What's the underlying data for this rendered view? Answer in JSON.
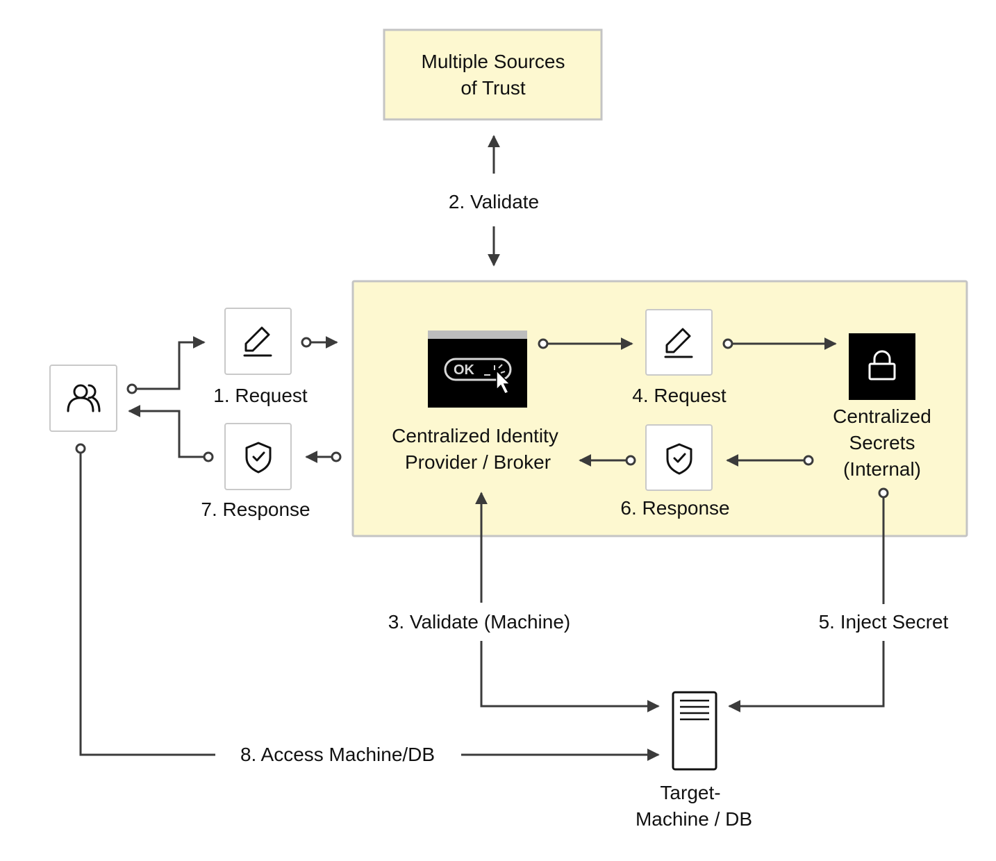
{
  "colors": {
    "panel_fill": "#fdf8d0",
    "panel_stroke": "#c4c4c4",
    "line": "#3b3b3b",
    "dark_tile": "#000000"
  },
  "nodes": {
    "sources_of_trust": {
      "line1": "Multiple Sources",
      "line2": "of Trust"
    },
    "identity_provider": {
      "line1": "Centralized Identity",
      "line2": "Provider / Broker",
      "button_text": "OK"
    },
    "secrets": {
      "line1": "Centralized",
      "line2": "Secrets",
      "line3": "(Internal)"
    },
    "target": {
      "line1": "Target-",
      "line2": "Machine / DB"
    }
  },
  "steps": {
    "s1": "1. Request",
    "s2": "2. Validate",
    "s3": "3. Validate (Machine)",
    "s4": "4. Request",
    "s5": "5. Inject Secret",
    "s6": "6. Response",
    "s7": "7. Response",
    "s8": "8. Access Machine/DB"
  },
  "icons": [
    "users-icon",
    "pen-icon",
    "shield-check-icon",
    "ok-button-cursor-icon",
    "lock-icon",
    "server-icon"
  ]
}
